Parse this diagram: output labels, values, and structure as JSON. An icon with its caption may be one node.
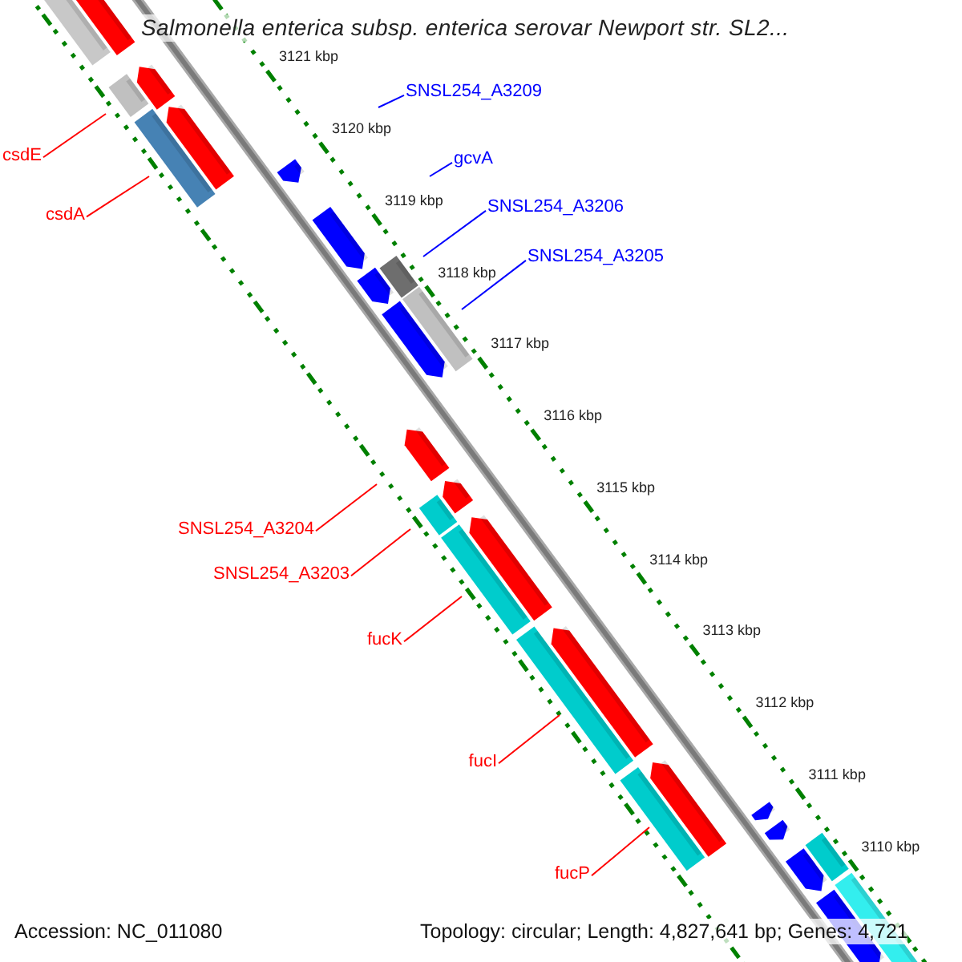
{
  "diagram": {
    "title": "Salmonella enterica subsp. enterica serovar Newport str. SL2...",
    "nodes": [
      {
        "text": [
          "SNSL254_A3209"
        ]
      },
      {
        "text": [
          "gcvA"
        ]
      },
      {
        "text": [
          "SNSL254_A3206"
        ]
      },
      {
        "text": [
          "SNSL254_A3205"
        ]
      },
      {
        "text": [
          "csdE"
        ]
      },
      {
        "text": [
          "csdA"
        ]
      },
      {
        "text": [
          "SNSL254_A3204"
        ]
      },
      {
        "text": [
          "SNSL254_A3203"
        ]
      },
      {
        "text": [
          "fucK"
        ]
      },
      {
        "text": [
          "fucI"
        ]
      },
      {
        "text": [
          "fucP"
        ]
      }
    ],
    "edges": [
      {
        "from": 0,
        "to": null,
        "arrow": "none",
        "color": "#0000ff"
      },
      {
        "from": 1,
        "to": null,
        "arrow": "none",
        "color": "#0000ff"
      },
      {
        "from": 2,
        "to": null,
        "arrow": "none",
        "color": "#0000ff"
      },
      {
        "from": 3,
        "to": null,
        "arrow": "none",
        "color": "#0000ff"
      },
      {
        "from": 4,
        "to": null,
        "arrow": "none"
      },
      {
        "from": 5,
        "to": null,
        "arrow": "none"
      },
      {
        "from": 6,
        "to": null,
        "arrow": "none"
      },
      {
        "from": 7,
        "to": null,
        "arrow": "none"
      },
      {
        "from": 8,
        "to": null,
        "arrow": "none"
      },
      {
        "from": 9,
        "to": null,
        "arrow": "none"
      },
      {
        "from": 10,
        "to": null,
        "arrow": "none"
      }
    ],
    "labels": [
      "3121 kbp",
      "3120 kbp",
      "3119 kbp",
      "3118 kbp",
      "3117 kbp",
      "3116 kbp",
      "3115 kbp",
      "3114 kbp",
      "3113 kbp",
      "3112 kbp",
      "3111 kbp",
      "3110 kbp",
      "Accession: NC_011080",
      "Topology: circular; Length: 4,827,641 bp; Genes: 4,721"
    ]
  }
}
